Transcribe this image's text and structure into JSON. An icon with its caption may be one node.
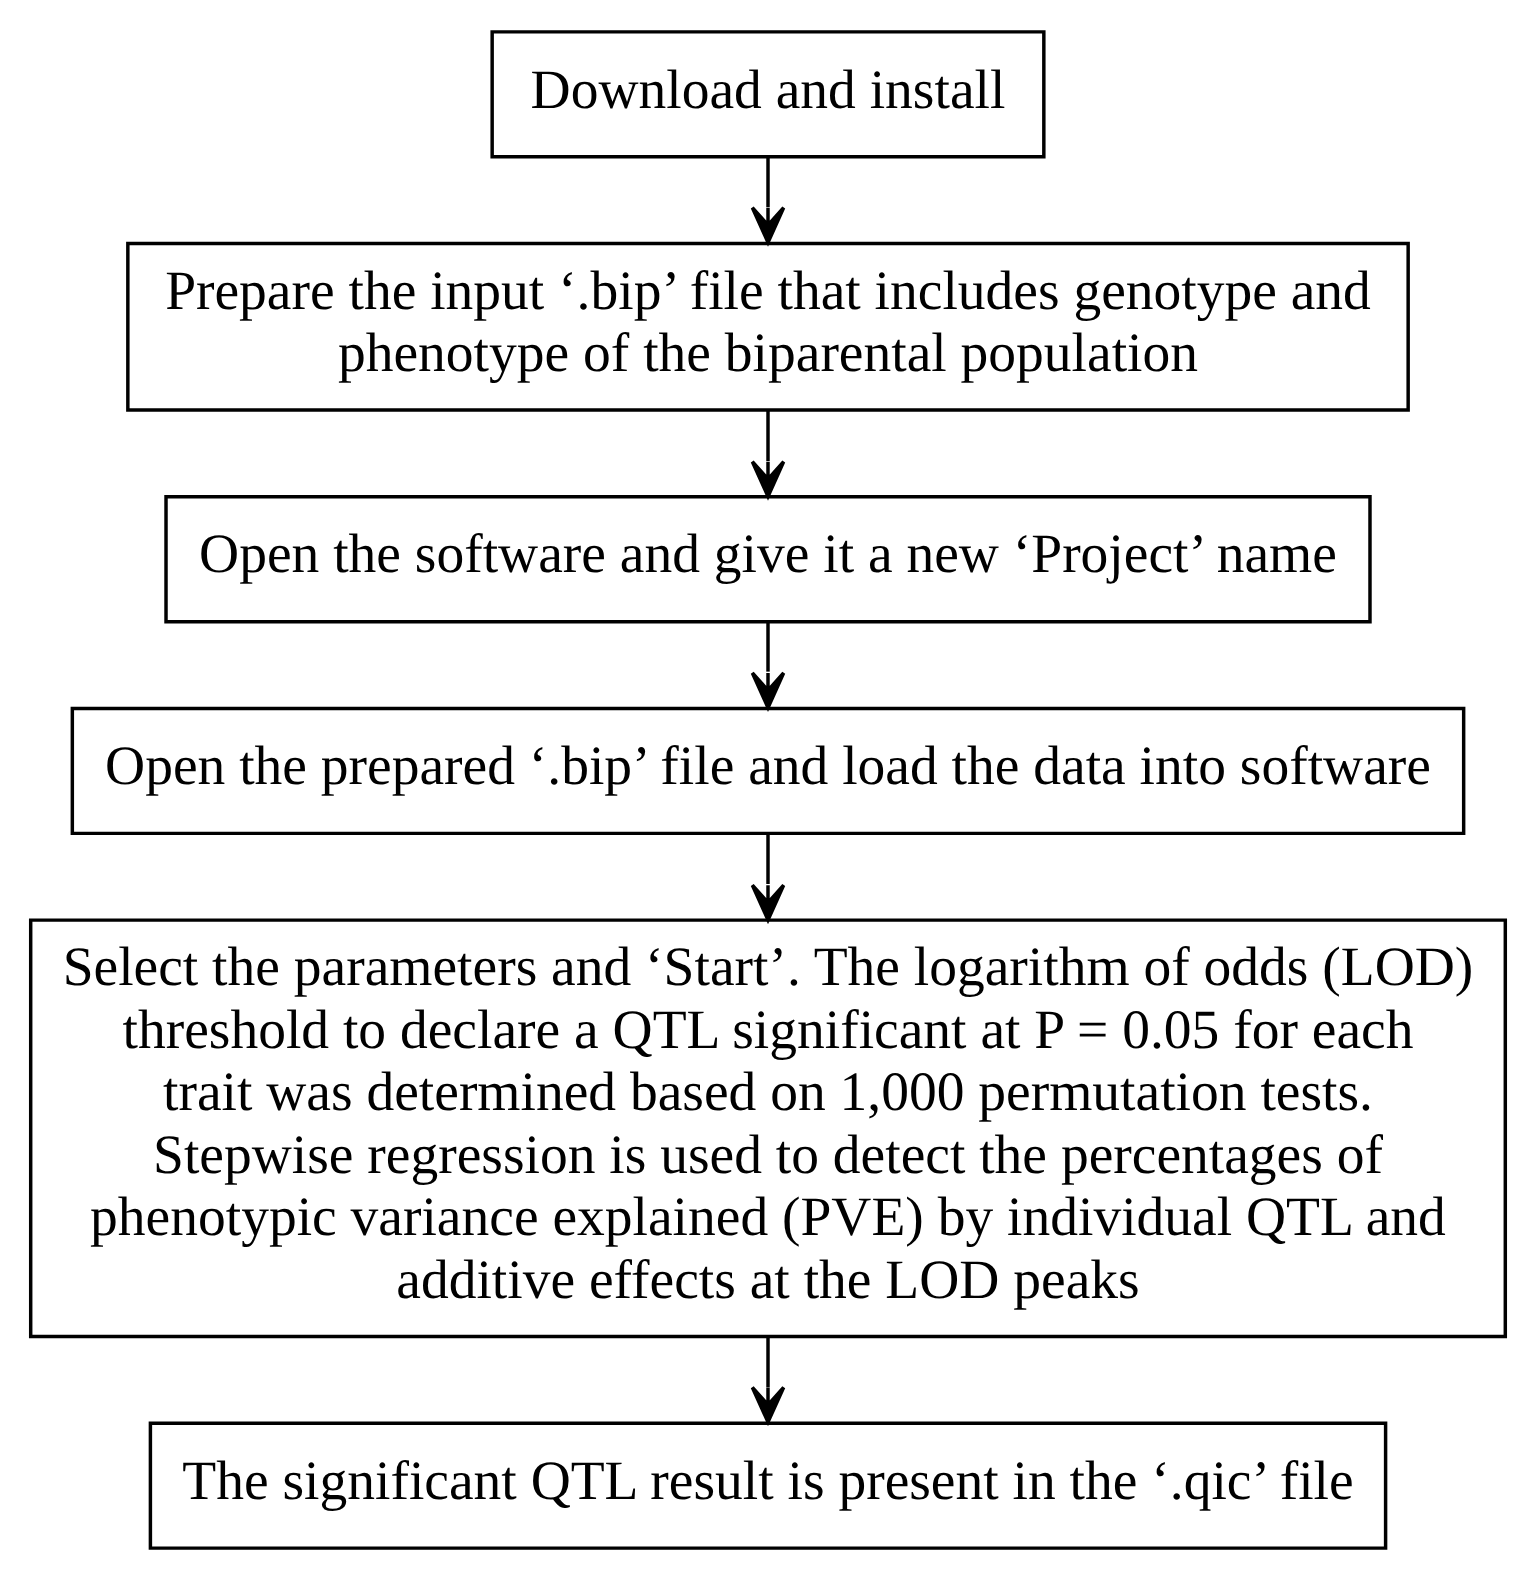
{
  "diagram": {
    "nodes": [
      {
        "text": [
          "Download and install"
        ]
      },
      {
        "text": [
          "Prepare the input ‘.bip’ file that includes genotype and phenotype of the biparental population"
        ]
      },
      {
        "text": [
          "Open the software and give it a new ‘Project’ name"
        ]
      },
      {
        "text": [
          "Open the prepared ‘.bip’ file and load the data into software"
        ]
      },
      {
        "text": [
          "Select the parameters and ‘Start’. The logarithm of odds (LOD) threshold to declare a QTL significant at P = 0.05 for each trait was determined based on 1,000 permutation tests. Stepwise regression is used to detect the percentages of phenotypic variance explained (PVE) by individual QTL and additive effects at the LOD peaks"
        ]
      },
      {
        "text": [
          "The significant QTL result is present in the ‘.qic’ file"
        ]
      }
    ],
    "edges": [
      {
        "from": 0,
        "to": 1,
        "arrow": "to"
      },
      {
        "from": 1,
        "to": 2,
        "arrow": "to"
      },
      {
        "from": 2,
        "to": 3,
        "arrow": "to"
      },
      {
        "from": 3,
        "to": 4,
        "arrow": "to"
      },
      {
        "from": 4,
        "to": 5,
        "arrow": "to"
      }
    ]
  }
}
